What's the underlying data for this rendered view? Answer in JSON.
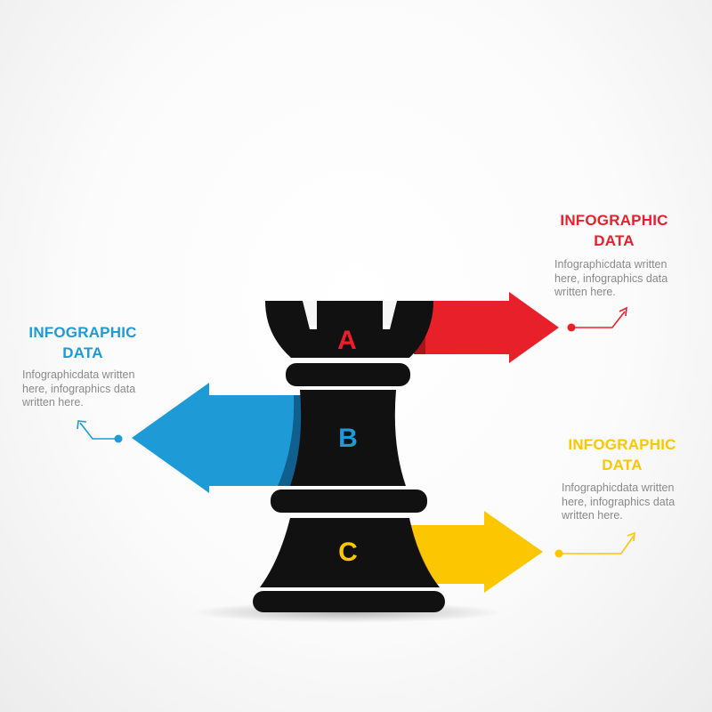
{
  "colors": {
    "red": "#e8202a",
    "blue": "#1e9ad6",
    "yellow": "#fcc700",
    "rook": "#111111",
    "body_text": "#8a8a8a"
  },
  "rook": {
    "letters": [
      "A",
      "B",
      "C"
    ]
  },
  "callouts": [
    {
      "id": "a",
      "color": "red",
      "title_line1": "INFOGRAPHIC",
      "title_line2": "DATA",
      "body_line1": "Infographicdata written",
      "body_line2": "here, infographics data",
      "body_line3": "written here."
    },
    {
      "id": "b",
      "color": "blue",
      "title_line1": "INFOGRAPHIC",
      "title_line2": "DATA",
      "body_line1": "Infographicdata written",
      "body_line2": "here, infographics data",
      "body_line3": "written here."
    },
    {
      "id": "c",
      "color": "yellow",
      "title_line1": "INFOGRAPHIC",
      "title_line2": "DATA",
      "body_line1": "Infographicdata written",
      "body_line2": "here, infographics data",
      "body_line3": "written here."
    }
  ]
}
